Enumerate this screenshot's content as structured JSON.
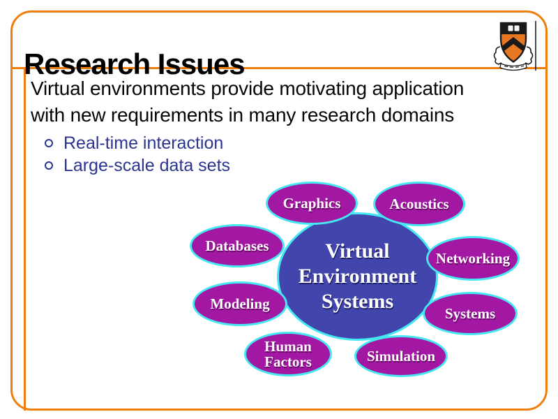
{
  "slide": {
    "title": "Research Issues",
    "body": {
      "line1": "Virtual environments provide motivating application",
      "line2": "with new requirements in many research domains"
    },
    "bullets": [
      {
        "label": "Real-time interaction"
      },
      {
        "label": "Large-scale data sets"
      }
    ]
  },
  "diagram": {
    "center": {
      "line1": "Virtual",
      "line2": "Environment",
      "line3": "Systems"
    },
    "satellites": [
      {
        "id": "graphics",
        "label": "Graphics"
      },
      {
        "id": "acoustics",
        "label": "Acoustics"
      },
      {
        "id": "databases",
        "label": "Databases"
      },
      {
        "id": "networking",
        "label": "Networking"
      },
      {
        "id": "modeling",
        "label": "Modeling"
      },
      {
        "id": "systems",
        "label": "Systems"
      },
      {
        "id": "human-factors",
        "label": "Human Factors"
      },
      {
        "id": "simulation",
        "label": "Simulation"
      }
    ]
  },
  "logo": {
    "name": "princeton-university-shield"
  },
  "colors": {
    "frame_orange": "#EE7F0E",
    "bullet_navy": "#2B3590",
    "satellite_magenta": "#A318A3",
    "center_blue": "#4145AC",
    "ellipse_border_cyan": "#45E8F0",
    "shield_orange": "#E87722",
    "title_black": "#000000",
    "ellipse_text_white": "#FFFFFF"
  }
}
